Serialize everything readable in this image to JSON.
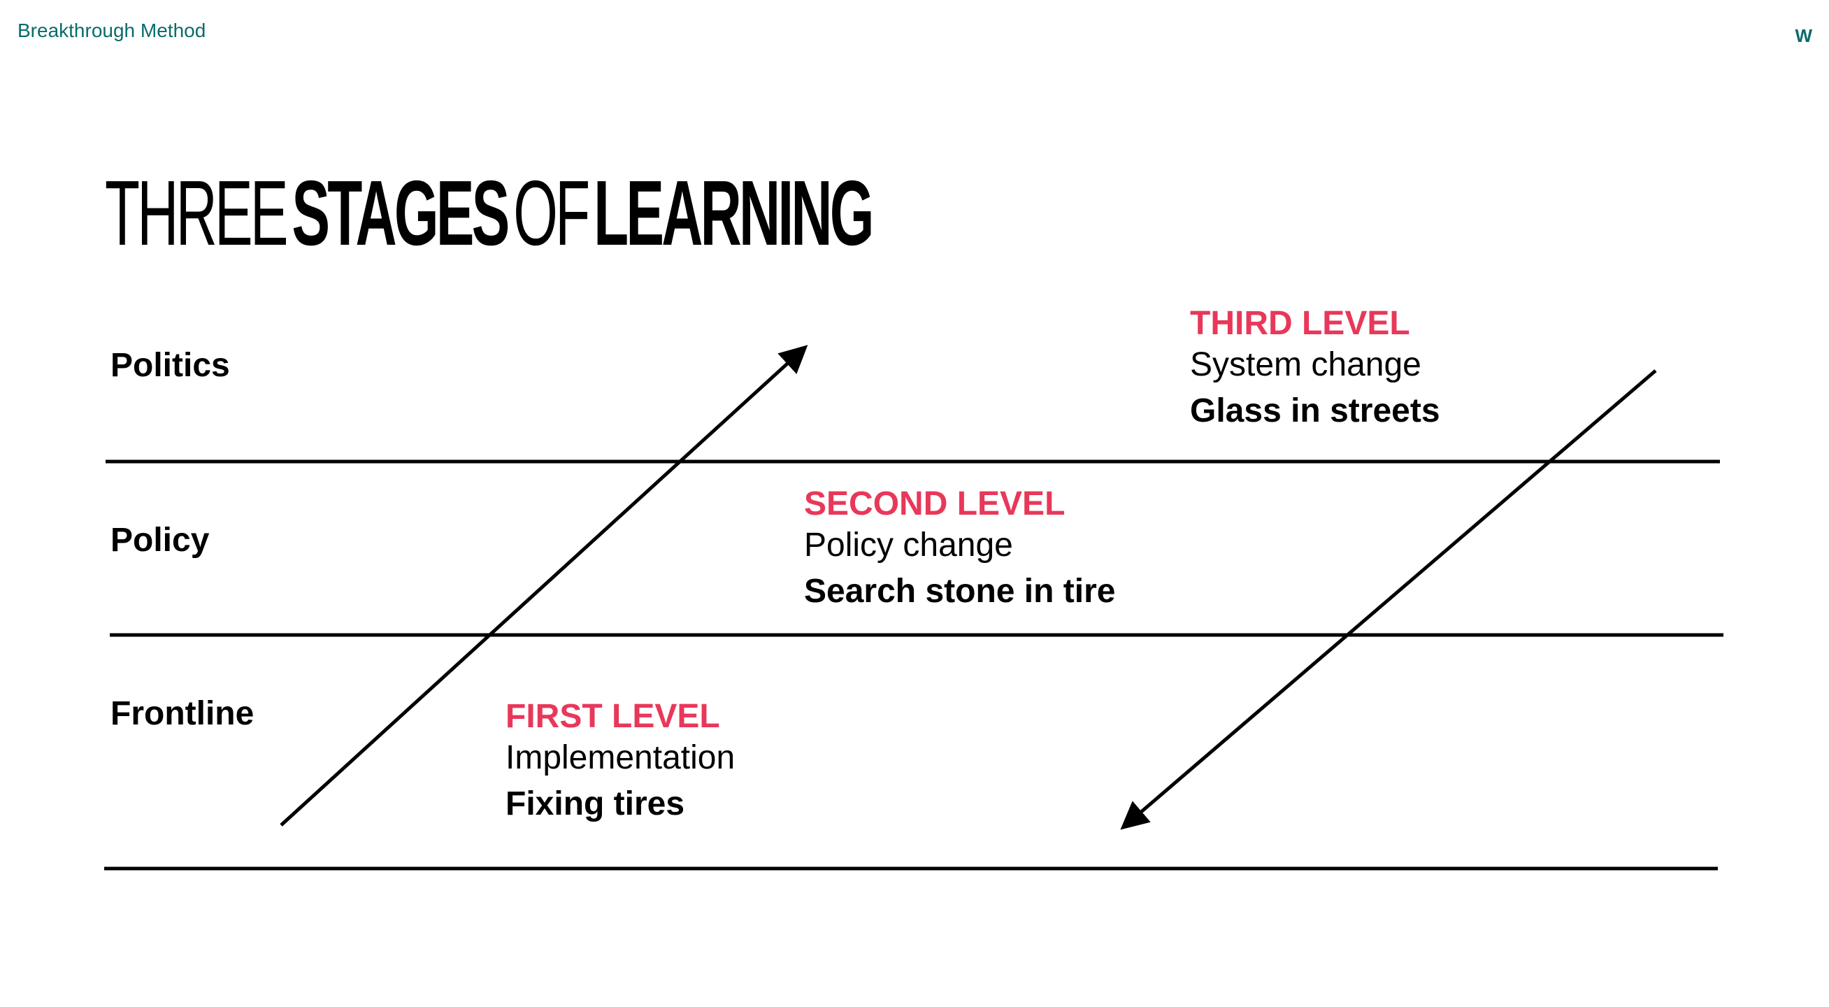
{
  "header": {
    "brand": "Breakthrough Method",
    "brand_mark": "W",
    "accent_color": "#0b6b6b"
  },
  "title": {
    "part1": "THREE",
    "part2": "STAGES",
    "part3": "OF",
    "part4": "LEARNING"
  },
  "rows": [
    {
      "label": "Politics"
    },
    {
      "label": "Policy"
    },
    {
      "label": "Frontline"
    }
  ],
  "levels": [
    {
      "title": "THIRD LEVEL",
      "subtitle": "System change",
      "example": "Glass in streets"
    },
    {
      "title": "SECOND LEVEL",
      "subtitle": "Policy change",
      "example": "Search stone in tire"
    },
    {
      "title": "FIRST LEVEL",
      "subtitle": "Implementation",
      "example": "Fixing tires"
    }
  ],
  "colors": {
    "level_title": "#e8385a",
    "text": "#000000",
    "line": "#000000"
  },
  "icons": {
    "up_arrow": "arrow-up-right-icon",
    "down_arrow": "arrow-down-left-icon"
  }
}
